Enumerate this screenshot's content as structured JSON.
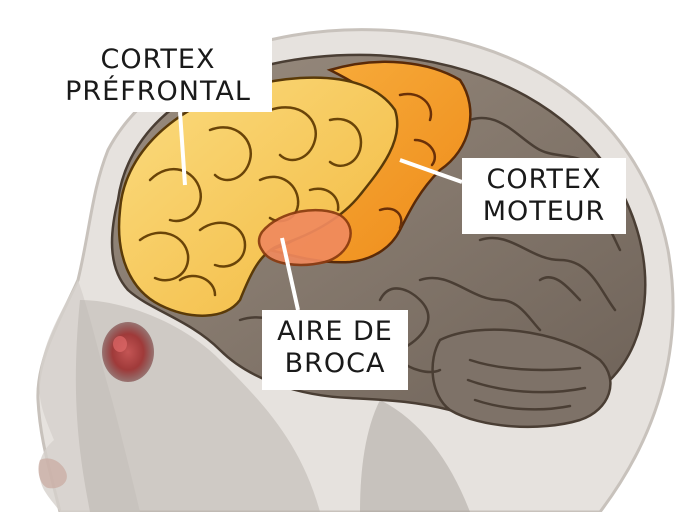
{
  "labels": {
    "prefrontal": {
      "line1": "CORTEX",
      "line2": "PRÉFRONTAL"
    },
    "moteur": {
      "line1": "CORTEX",
      "line2": "MOTEUR"
    },
    "broca": {
      "line1": "AIRE DE",
      "line2": "BROCA"
    }
  },
  "colors": {
    "prefrontal": "#f8cc5e",
    "motor": "#f6a02a",
    "broca": "#f08a5e",
    "brain": "#8a7c70",
    "skin": "#d8d4d0",
    "outline": "#2a1808"
  }
}
